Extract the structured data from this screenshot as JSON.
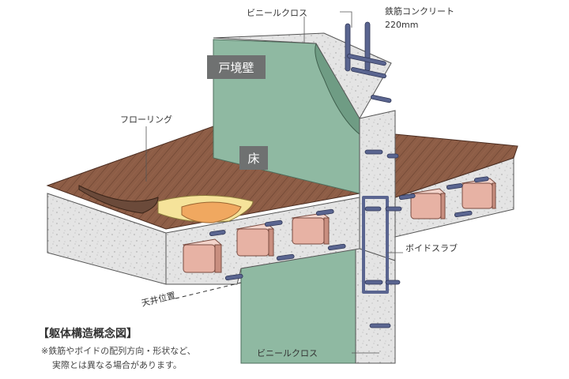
{
  "labels": {
    "vinyl_top": "ビニールクロス",
    "rc": "鉄筋コンクリート",
    "rc_thickness": "220mm",
    "wall_tag": "戸境壁",
    "flooring": "フローリング",
    "floor_tag": "床",
    "void_slab": "ボイドスラブ",
    "ceiling": "天井位置",
    "vinyl_bottom": "ビニールクロス"
  },
  "caption": {
    "title": "【躯体構造概念図】",
    "note_line1": "※鉄筋やボイドの配列方向・形状など、",
    "note_line2": "実際とは異なる場合があります。"
  },
  "colors": {
    "wall_cloth": "#8fb9a2",
    "wood": "#8a5a44",
    "concrete": "#e6e6e6",
    "void": "#e7b2a4",
    "rebar": "#5a6590",
    "tag_bg": "#6f7171",
    "orange_layer": "#f0a860",
    "yellow_layer": "#f5e39a"
  }
}
